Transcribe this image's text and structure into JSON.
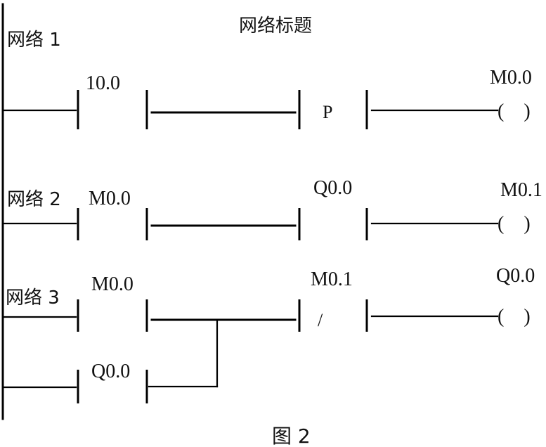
{
  "title": "网络标题",
  "caption": "图 2",
  "networks": [
    {
      "label": "网络 1",
      "contacts": [
        "10.0",
        "P"
      ],
      "coil": "M0.0",
      "coil_symbol": "(    )"
    },
    {
      "label": "网络 2",
      "contacts": [
        "M0.0",
        "Q0.0"
      ],
      "coil": "M0.1",
      "coil_symbol": "(    )"
    },
    {
      "label": "网络 3",
      "contacts": [
        "M0.0",
        "M0.1"
      ],
      "contact_symbol": "/",
      "parallel_contact": "Q0.0",
      "coil": "Q0.0",
      "coil_symbol": "(    )"
    }
  ]
}
